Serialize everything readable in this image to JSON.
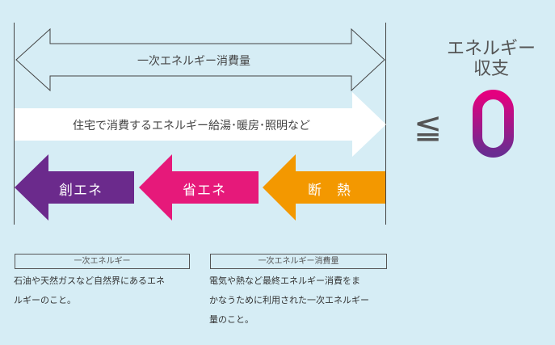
{
  "diagram": {
    "primary_energy_consumption_label": "一次エネルギー消費量",
    "housing_consumption_label": "住宅で消費するエネルギー給湯･暖房･照明など",
    "create_energy_label": "創エネ",
    "save_energy_label": "省エネ",
    "insulation_label": "断　熱",
    "balance_title_line1": "エネルギー",
    "balance_title_line2": "収支",
    "comparison_symbol": "≦",
    "balance_value": "0"
  },
  "definitions": [
    {
      "term": "一次エネルギー",
      "description_line1": "石油や天然ガスなど自然界にあるエネ",
      "description_line2": "ルギーのこと。"
    },
    {
      "term": "一次エネルギー消費量",
      "description_line1": "電気や熱など最終エネルギー消費をま",
      "description_line2": "かなうために利用された一次エネルギー",
      "description_line3": "量のこと。"
    }
  ],
  "colors": {
    "background": "#d6edf5",
    "create_energy": "#6b2a8c",
    "save_energy": "#e6197a",
    "insulation": "#f39800",
    "zero_gradient_top": "#e4007f",
    "zero_gradient_bottom": "#6a2c91"
  }
}
